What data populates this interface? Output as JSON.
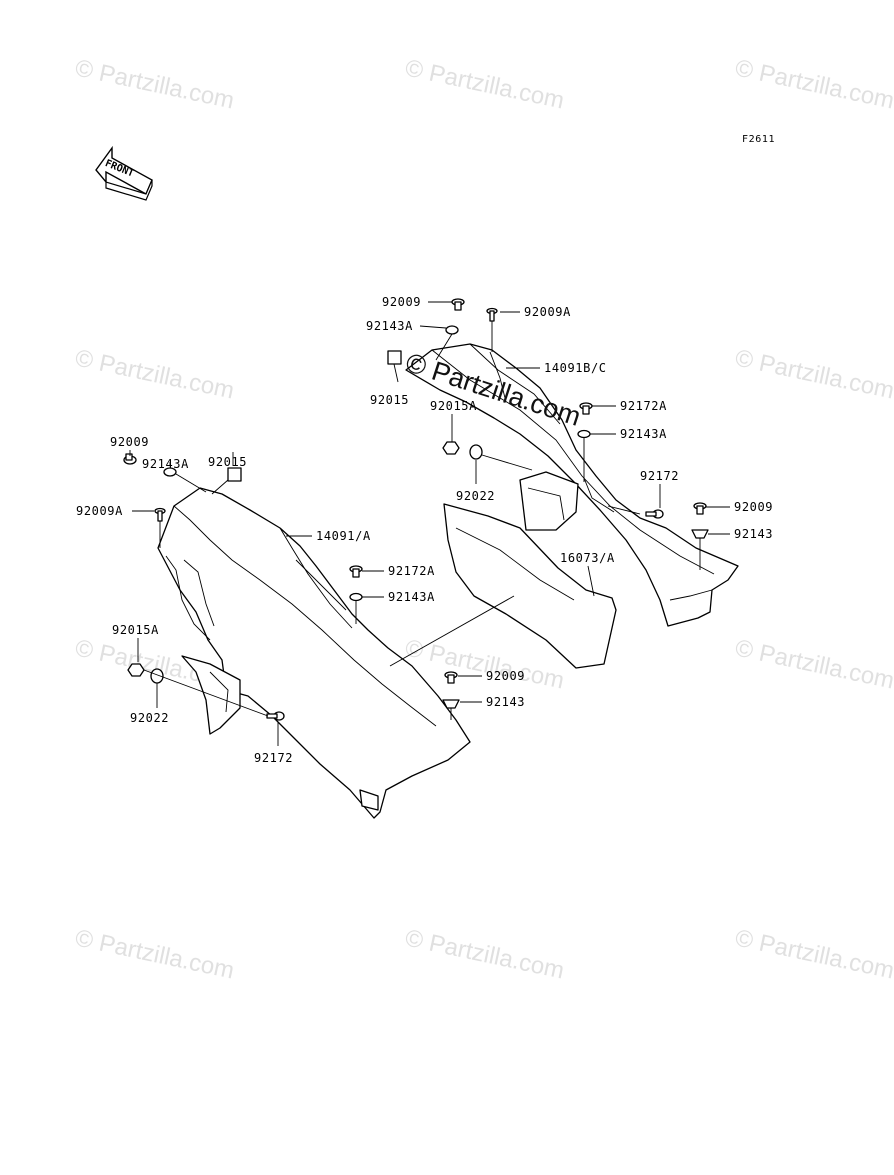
{
  "figure_code": "F2611",
  "front_arrow_label": "FRONT",
  "watermark_text": "© Partzilla.com",
  "labels": {
    "l_92009_top": "92009",
    "l_92009a_top": "92009A",
    "l_92143a_top": "92143A",
    "l_14091bc": "14091B/C",
    "l_92015_right": "92015",
    "l_92015a_right": "92015A",
    "l_92172a_right": "92172A",
    "l_92143a_right": "92143A",
    "l_92022_right": "92022",
    "l_92172_right": "92172",
    "l_92009_right": "92009",
    "l_92143_right": "92143",
    "l_16073a": "16073/A",
    "l_92009_left": "92009",
    "l_92143a_left": "92143A",
    "l_92015_left": "92015",
    "l_92009a_left": "92009A",
    "l_14091a": "14091/A",
    "l_92172a_mid": "92172A",
    "l_92143a_mid": "92143A",
    "l_92015a_left": "92015A",
    "l_92022_left": "92022",
    "l_92172_left": "92172",
    "l_92009_bottom": "92009",
    "l_92143_bottom": "92143"
  },
  "colors": {
    "line": "#000000",
    "watermark": "#e0e0e0",
    "background": "#ffffff"
  }
}
